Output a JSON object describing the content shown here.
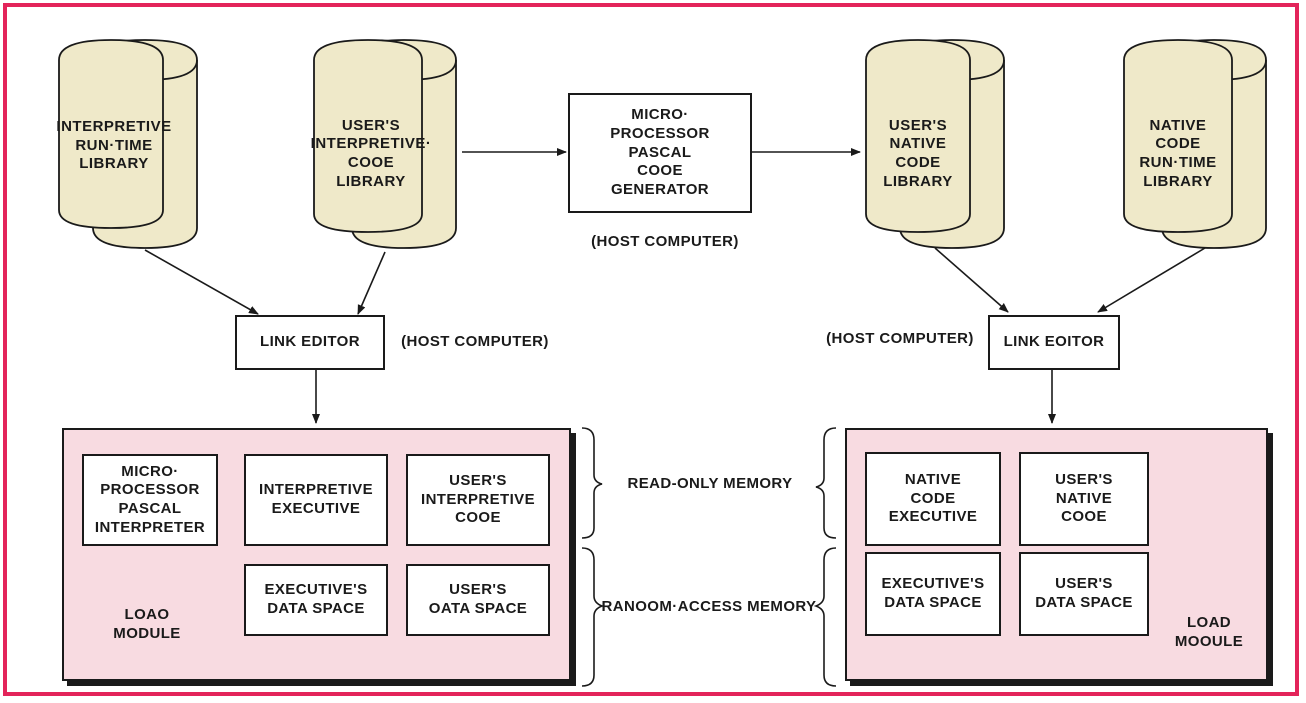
{
  "diagram": {
    "libraries": {
      "interpretive_runtime": "INTERPRETIVE\nRUN·TIME\nLIBRARY",
      "users_interpretive_code": "USER'S\nINTERPRETIVE·\nCOOE\nLIBRARY",
      "users_native_code": "USER'S\nNATIVE\nCODE\nLIBRARY",
      "native_code_runtime": "NATIVE\nCODE\nRUN·TIME\nLIBRARY"
    },
    "code_generator": "MICRO·\nPROCESSOR\nPASCAL\nCOOE\nGENERATOR",
    "host_computer_center": "(HOST COMPUTER)",
    "left_link_editor": "LINK EDITOR",
    "left_host_computer": "(HOST COMPUTER)",
    "right_host_computer": "(HOST COMPUTER)",
    "right_link_editor": "LINK EOITOR",
    "left_module": {
      "interpreter": "MICRO·\nPROCESSOR\nPASCAL\nINTERPRETER",
      "interpretive_executive": "INTERPRETIVE\nEXECUTIVE",
      "users_interpretive_code": "USER'S\nINTERPRETIVE\nCOOE",
      "executive_data_space": "EXECUTIVE'S\nDATA SPACE",
      "user_data_space": "USER'S\nOATA SPACE",
      "label": "LOAO\nMODULE"
    },
    "right_module": {
      "native_executive": "NATIVE\nCODE\nEXECUTIVE",
      "users_native_code": "USER'S\nNATIVE\nCOOE",
      "executive_data_space": "EXECUTIVE'S\nDATA SPACE",
      "user_data_space": "USER'S\nDATA SPACE",
      "label": "LOAD\nMOOULE"
    },
    "memory_labels": {
      "rom": "READ-ONLY MEMORY",
      "ram": "RANOOM·ACCESS MEMORY"
    },
    "colors": {
      "frame": "#e3245a",
      "module_fill": "#f8dbe1",
      "drum_fill": "#efe9c9",
      "ink": "#1a1a1a"
    }
  }
}
